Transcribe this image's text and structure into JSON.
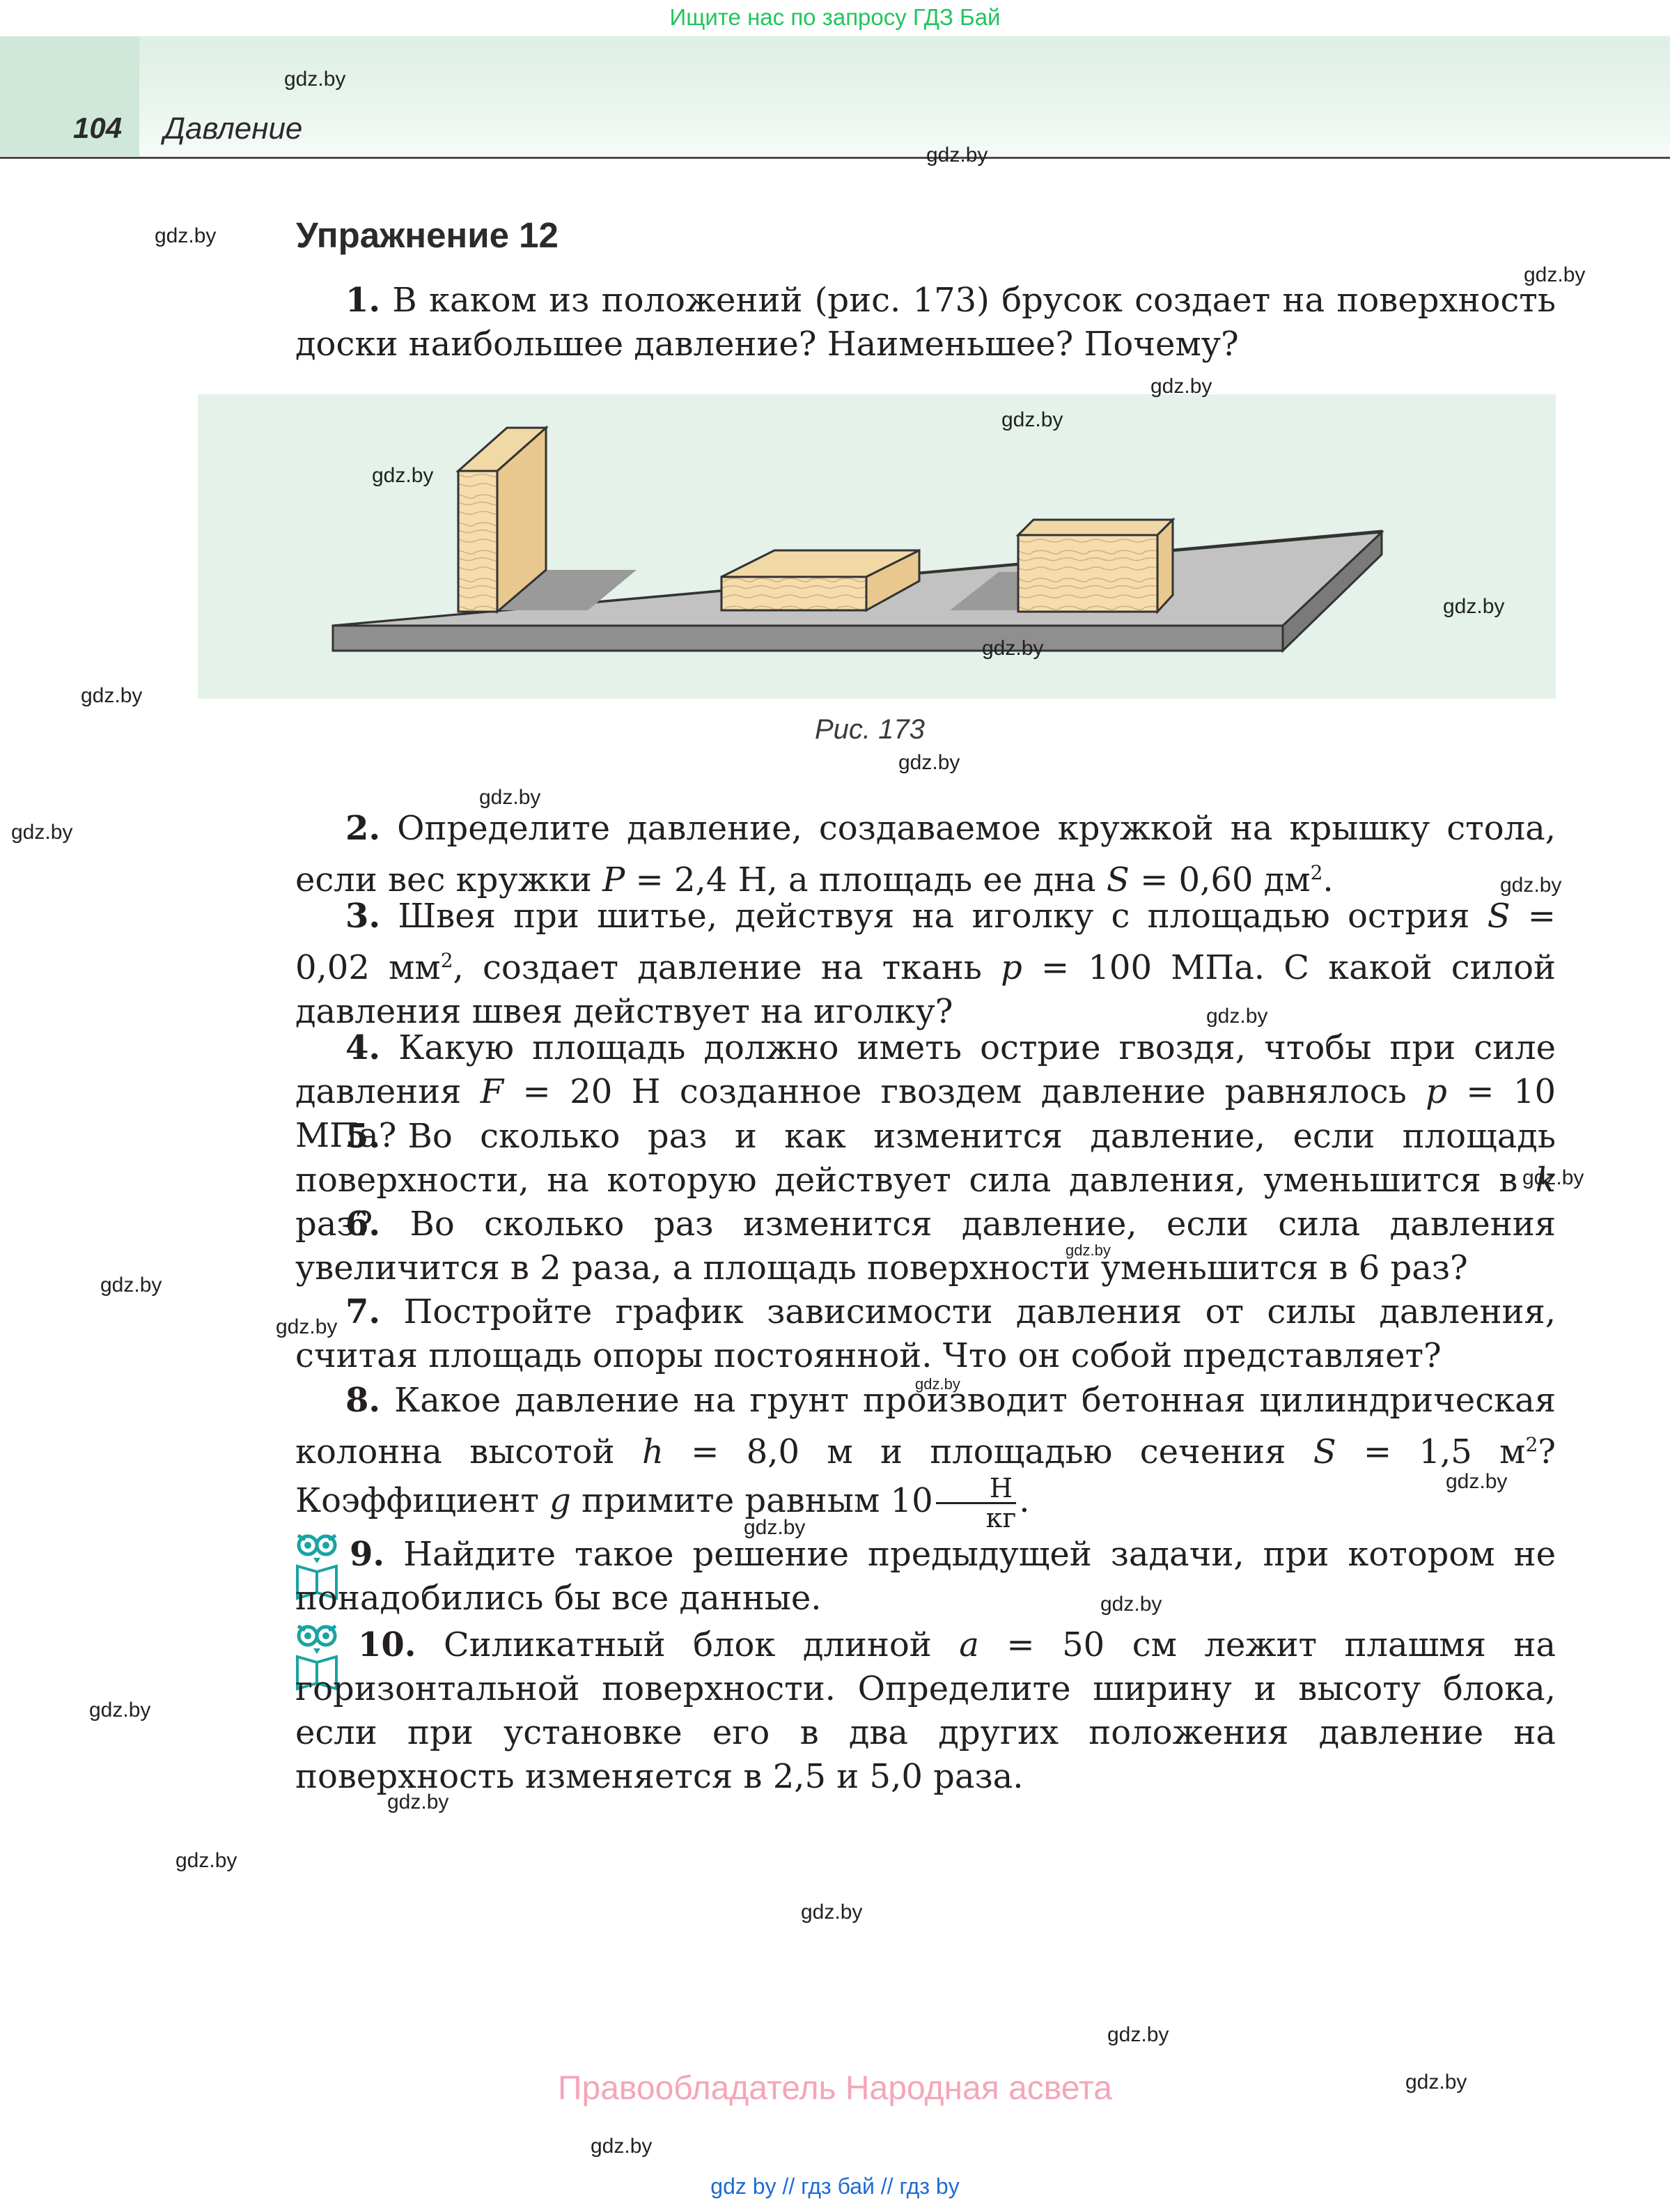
{
  "top_banner": "Ищите нас по запросу ГДЗ Бай",
  "header": {
    "page_number": "104",
    "section": "Давление"
  },
  "exercise_title": "Упражнение 12",
  "problems": {
    "p1_num": "1.",
    "p1_text": "В каком из положений (рис. 173) брусок создает на поверхность доски наибольшее давление? Наименьшее? Почему?",
    "p2_num": "2.",
    "p2_a": "Определите давление, создаваемое кружкой на крышку стола, если вес кружки ",
    "p2_b": " = 2,4 Н, а площадь ее дна ",
    "p2_c": " = 0,60 дм",
    "p2_d": ".",
    "p3_num": "3.",
    "p3_a": "Швея при шитье, действуя на иголку с площадью острия ",
    "p3_b": " = 0,02 мм",
    "p3_c": ", создает давление на ткань ",
    "p3_d": " = 100 МПа. С какой силой давления швея действует на иголку?",
    "p4_num": "4.",
    "p4_a": "Какую площадь должно иметь острие гвоздя, чтобы при силе давления ",
    "p4_b": " = 20 Н созданное гвоздем давление равнялось ",
    "p4_c": " = 10 МПа?",
    "p5_num": "5.",
    "p5_a": "Во сколько раз и как изменится давление, если площадь поверхности, на которую действует сила давления, уменьшится в ",
    "p5_b": " раз?",
    "p6_num": "6.",
    "p6_text": "Во сколько раз изменится давление, если сила давления увеличится в 2 раза, а площадь поверхности уменьшится в 6 раз?",
    "p7_num": "7.",
    "p7_text": "Постройте график зависимости давления от силы давления, считая площадь опоры постоянной. Что он собой представляет?",
    "p8_num": "8.",
    "p8_a": "Какое давление на грунт производит бетонная цилиндрическая колонна высотой ",
    "p8_b": " = 8,0 м и площадью сечения ",
    "p8_c": " = 1,5 м",
    "p8_d": "? Коэффициент ",
    "p8_e": " примите равным 10",
    "p8_f": ".",
    "p9_num": "9.",
    "p9_text": "Найдите такое решение предыдущей задачи, при котором не понадобились бы все данные.",
    "p10_num": "10.",
    "p10_a": "Силикатный блок длиной ",
    "p10_b": " = 50 см лежит плашмя на горизонтальной поверхности. Определите ширину и высоту блока, если при установке его в два других положения давление на поверхность изменяется в 2,5 и 5,0 раза."
  },
  "symbols": {
    "P": "P",
    "S": "S",
    "p": "p",
    "F": "F",
    "k": "k",
    "h": "h",
    "g": "g",
    "a": "a",
    "sq": "2"
  },
  "fraction": {
    "num": "Н",
    "den": "кг"
  },
  "figure_caption": "Рис. 173",
  "watermark": "gdz.by",
  "copyright": "Правообладатель Народная асвета",
  "footer": "gdz by  //  гдз бай  //  гдз by",
  "colors": {
    "banner_green": "#22c55e",
    "header_bg": "#ddefe5",
    "figure_bg": "#e4f2ea",
    "copyright_pink": "#f4a6b8",
    "footer_blue": "#1e6bd6",
    "owl_teal": "#1aa3a3"
  }
}
